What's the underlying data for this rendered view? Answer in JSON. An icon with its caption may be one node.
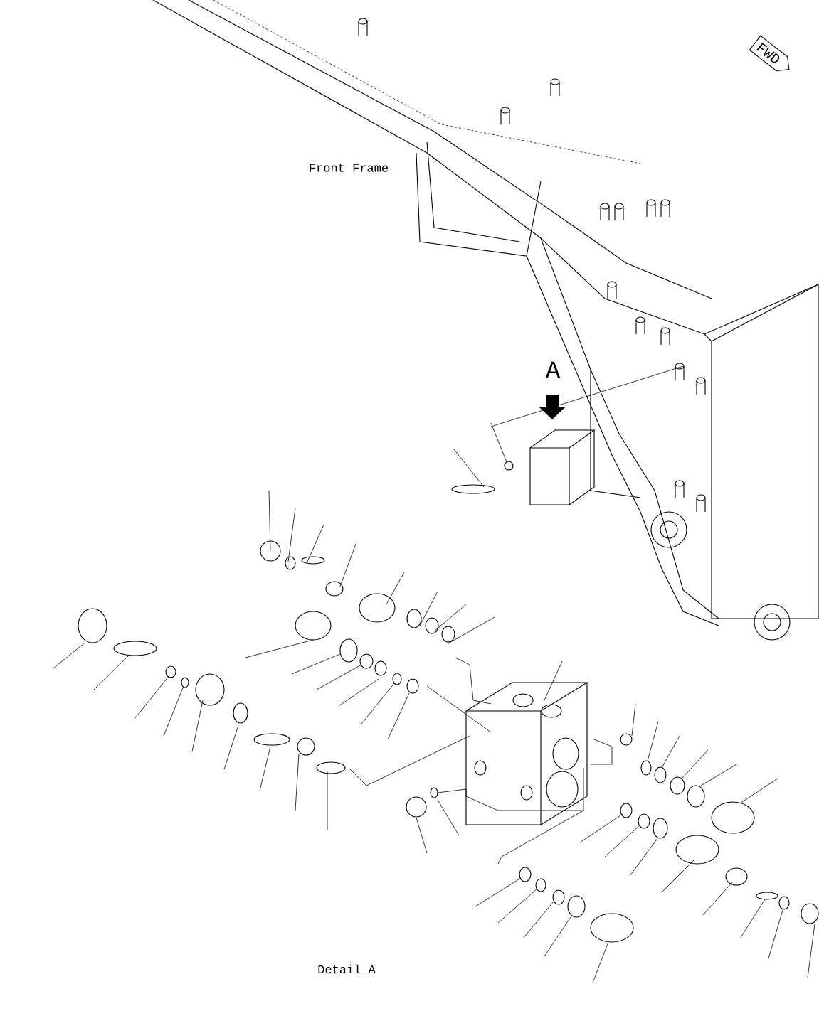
{
  "diagram": {
    "labels": [
      "FWD",
      "Front Frame",
      "A",
      "Detail A"
    ]
  }
}
